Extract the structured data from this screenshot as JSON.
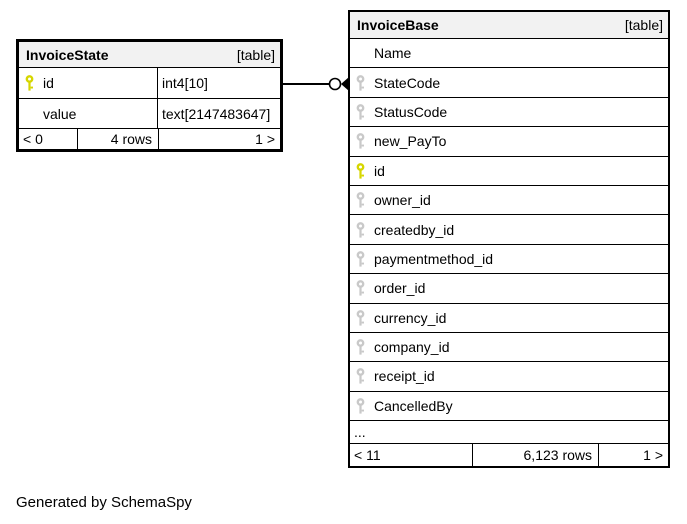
{
  "tables": [
    {
      "name": "InvoiceState",
      "tag": "[table]",
      "columns": [
        {
          "key": "pk",
          "name": "id",
          "type": "int4[10]"
        },
        {
          "key": null,
          "name": "value",
          "type": "text[2147483647]"
        }
      ],
      "footer": {
        "paged_prev": "< 0",
        "rows": "4 rows",
        "paged_next": "1 >"
      }
    },
    {
      "name": "InvoiceBase",
      "tag": "[table]",
      "columns": [
        {
          "key": null,
          "name": "Name"
        },
        {
          "key": "fk",
          "name": "StateCode"
        },
        {
          "key": "fk",
          "name": "StatusCode"
        },
        {
          "key": "fk",
          "name": "new_PayTo"
        },
        {
          "key": "pk",
          "name": "id"
        },
        {
          "key": "fk",
          "name": "owner_id"
        },
        {
          "key": "fk",
          "name": "createdby_id"
        },
        {
          "key": "fk",
          "name": "paymentmethod_id"
        },
        {
          "key": "fk",
          "name": "order_id"
        },
        {
          "key": "fk",
          "name": "currency_id"
        },
        {
          "key": "fk",
          "name": "company_id"
        },
        {
          "key": "fk",
          "name": "receipt_id"
        },
        {
          "key": "fk",
          "name": "CancelledBy"
        }
      ],
      "ellipsis": "...",
      "footer": {
        "paged_prev": "< 11",
        "rows": "6,123 rows",
        "paged_next": "1 >"
      }
    }
  ],
  "relationship": {
    "from_table": "InvoiceState",
    "from_column": "id",
    "to_table": "InvoiceBase",
    "to_column": "StateCode"
  },
  "note": "Generated by SchemaSpy",
  "colors": {
    "pk_key": "#d6d600",
    "fk_key": "#c9c9c9",
    "header_bg": "#f2f2f2",
    "border": "#000000"
  }
}
